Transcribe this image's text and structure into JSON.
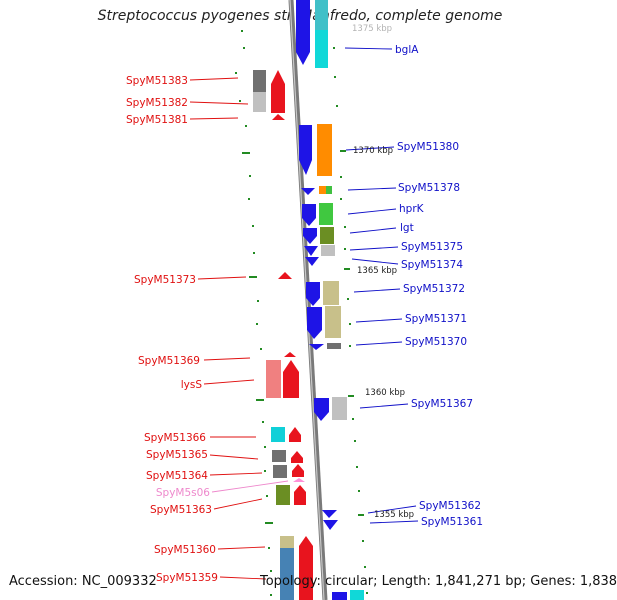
{
  "title": "Streptococcus pyogenes str. Manfredo, complete genome",
  "footer": {
    "accession": "Accession: NC_009332",
    "topology": "Topology: circular; Length: 1,841,271 bp; Genes: 1,838"
  },
  "colors": {
    "forward": "#e8141e",
    "reverse": "#1e14e6",
    "backbone": "#8a8a8a",
    "tick": "#228b22",
    "left_label": "#e01010",
    "right_label": "#1010c8"
  },
  "scale_labels": [
    "1375 kbp",
    "1370 kbp",
    "1365 kbp",
    "1360 kbp",
    "1355 kbp"
  ],
  "left_labels": [
    "SpyM51383",
    "SpyM51382",
    "SpyM51381",
    "SpyM51373",
    "SpyM51369",
    "lysS",
    "SpyM51366",
    "SpyM51365",
    "SpyM51364",
    "SpyM5s06",
    "SpyM51363",
    "SpyM51360",
    "SpyM51359"
  ],
  "right_labels": [
    "bglA",
    "SpyM51380",
    "SpyM51378",
    "hprK",
    "lgt",
    "SpyM51375",
    "SpyM51374",
    "SpyM51372",
    "SpyM51371",
    "SpyM51370",
    "SpyM51367",
    "SpyM51362",
    "SpyM51361"
  ]
}
